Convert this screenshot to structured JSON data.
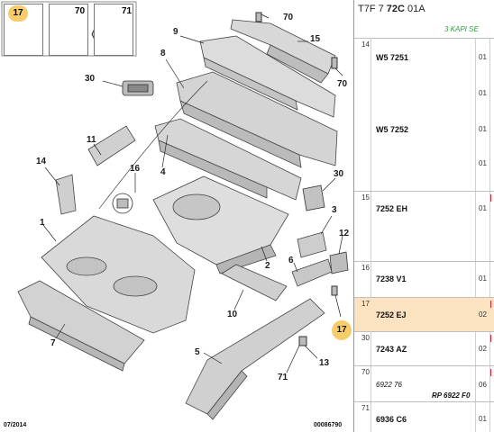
{
  "diagram": {
    "thumbnails": [
      {
        "label": "17",
        "highlighted": true
      },
      {
        "label": "70",
        "highlighted": false
      },
      {
        "label": "71",
        "highlighted": false
      }
    ],
    "callouts": {
      "c1": "1",
      "c2": "2",
      "c3": "3",
      "c4": "4",
      "c5": "5",
      "c6": "6",
      "c7": "7",
      "c8": "8",
      "c9": "9",
      "c10": "10",
      "c11": "11",
      "c12": "12",
      "c13": "13",
      "c14": "14",
      "c15": "15",
      "c16": "16",
      "c17": "17",
      "c30a": "30",
      "c30b": "30",
      "c70a": "70",
      "c70b": "70",
      "c71": "71"
    },
    "footer_date": "07/2014",
    "footer_ref": "00086790",
    "highlight_color": "#f6cd6a"
  },
  "parts": {
    "header": {
      "prefix": "T7F 7 ",
      "bold": "72C",
      "suffix": " 01A"
    },
    "variant": "3 KAPI SE",
    "rows": [
      {
        "seq": "14",
        "code": "",
        "qty": "",
        "selected": false
      },
      {
        "seq": "",
        "code": "W5 7251",
        "qty": "01",
        "selected": false
      },
      {
        "seq": "",
        "code": "",
        "qty": "01",
        "selected": false
      },
      {
        "seq": "",
        "code": "W5 7252",
        "qty": "01",
        "selected": false
      },
      {
        "seq": "",
        "code": "",
        "qty": "01",
        "selected": false
      },
      {
        "seq": "15",
        "code": "7252 EH",
        "qty": "01",
        "selected": false
      },
      {
        "seq": "16",
        "code": "7238 V1",
        "qty": "01",
        "selected": false
      },
      {
        "seq": "17",
        "code": "7252 EJ",
        "qty": "02",
        "selected": true
      },
      {
        "seq": "30",
        "code": "7243 AZ",
        "qty": "02",
        "selected": false
      },
      {
        "seq": "70",
        "code": "6922 76",
        "note": "RP 6922 F0",
        "qty": "06",
        "selected": false
      },
      {
        "seq": "71",
        "code": "6936 C6",
        "qty": "01",
        "selected": false
      }
    ],
    "selection_color": "#fbe2c0"
  }
}
